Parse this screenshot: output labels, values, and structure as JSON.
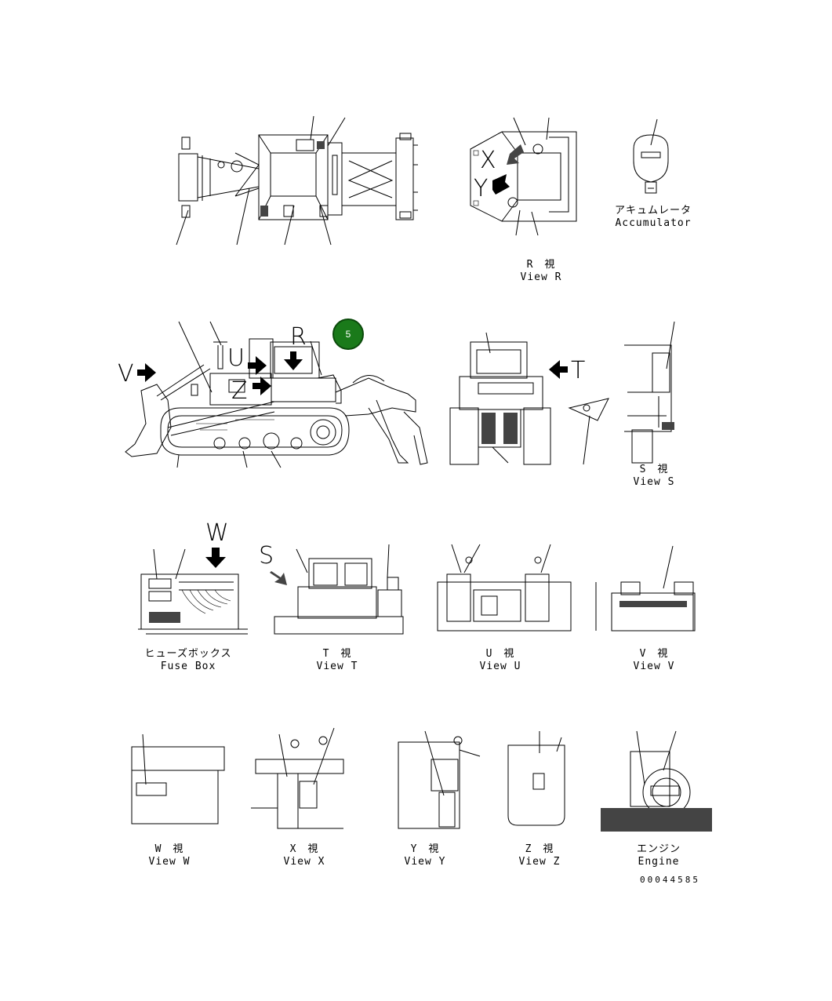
{
  "diagram": {
    "callout_badge": "5",
    "view_letters": [
      "V",
      "U",
      "Z",
      "R",
      "T",
      "W",
      "S",
      "X",
      "Y"
    ],
    "captions": {
      "view_r": {
        "jp": "R　視",
        "en": "View R"
      },
      "accumulator": {
        "jp": "アキュムレータ",
        "en": "Accumulator"
      },
      "view_s": {
        "jp": "S　視",
        "en": "View S"
      },
      "fuse_box": {
        "jp": "ヒューズボックス",
        "en": "Fuse Box"
      },
      "view_t": {
        "jp": "T　視",
        "en": "View T"
      },
      "view_u": {
        "jp": "U　視",
        "en": "View U"
      },
      "view_v": {
        "jp": "V　視",
        "en": "View V"
      },
      "view_w": {
        "jp": "W　視",
        "en": "View W"
      },
      "view_x": {
        "jp": "X　視",
        "en": "View X"
      },
      "view_y": {
        "jp": "Y　視",
        "en": "View Y"
      },
      "view_z": {
        "jp": "Z　視",
        "en": "View Z"
      },
      "engine": {
        "jp": "エンジン",
        "en": "Engine"
      }
    },
    "drawing_number": "00044585",
    "colors": {
      "line": "#000000",
      "badge": "#1a7a1a"
    }
  }
}
